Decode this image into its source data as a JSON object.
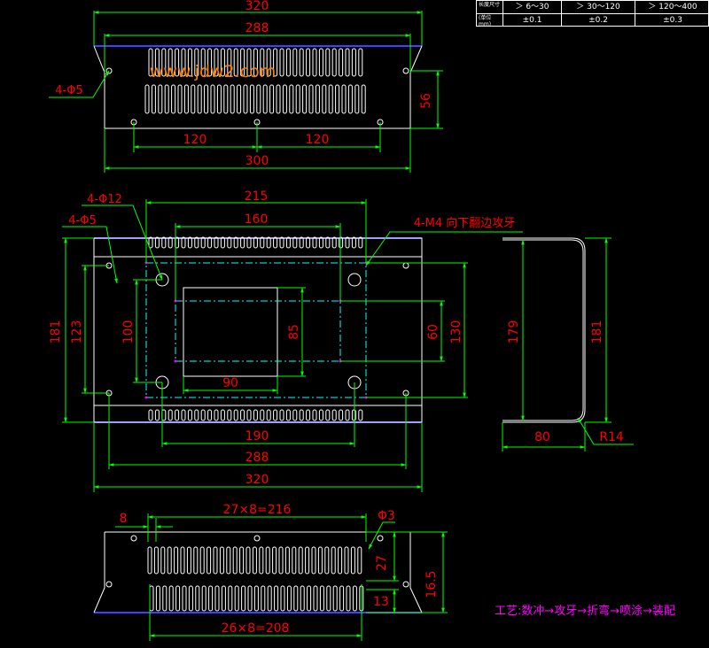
{
  "tolerance_table": {
    "header_line1": "长度尺寸",
    "header_line2": "(单位mm)",
    "ranges": [
      "＞ 6～30",
      "＞ 30～120",
      "＞ 120～400"
    ],
    "tolerances": [
      "±0.1",
      "±0.2",
      "±0.3"
    ]
  },
  "watermark": "www.jdw2.com",
  "process_note": "工艺:数冲→攻牙→折弯→喷涂→装配",
  "top_view": {
    "dim_320": "320",
    "dim_288": "288",
    "dim_56": "56",
    "dim_120_left": "120",
    "dim_120_right": "120",
    "dim_300": "300",
    "hole_callout": "4-Φ5"
  },
  "plan_view": {
    "dim_215": "215",
    "dim_160": "160",
    "callout_phi12": "4-Φ12",
    "callout_phi5": "4-Φ5",
    "callout_m4": "4-M4 向下翻边攻牙",
    "dim_181": "181",
    "dim_123": "123",
    "dim_100": "100",
    "dim_85": "85",
    "dim_60": "60",
    "dim_130": "130",
    "dim_90": "90",
    "dim_190": "190",
    "dim_288": "288",
    "dim_320": "320"
  },
  "side_view": {
    "dim_179": "179",
    "dim_181": "181",
    "dim_80": "80",
    "radius": "R14"
  },
  "bottom_view": {
    "dim_8": "8",
    "dim_pitch_top": "27×8=216",
    "callout_phi3": "Φ3",
    "dim_27": "27",
    "dim_13": "13",
    "dim_16_5": "16.5",
    "dim_pitch_bottom": "26×8=208"
  },
  "colors": {
    "background": "#000000",
    "outline": "#ffffff",
    "dimension": "#00ff00",
    "dimension_text": "#ff0000",
    "centerline": "#00ffff",
    "edge_blue": "#4040ff",
    "watermark": "#ff8000",
    "process_note": "#ff00ff"
  }
}
